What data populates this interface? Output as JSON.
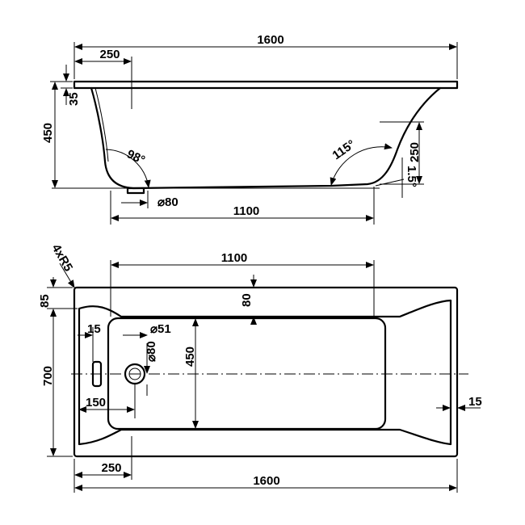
{
  "side_view": {
    "length_total": "1600",
    "offset_left": "250",
    "rim_thickness": "35",
    "height_total": "450",
    "angle_left": "98°",
    "angle_right": "115°",
    "drain_diameter": "⌀80",
    "bottom_length": "1100",
    "right_height": "250",
    "slope": "1.5°"
  },
  "top_view": {
    "corner_radius": "4xR5",
    "inner_length": "1100",
    "rim_width": "85",
    "side_offset": "80",
    "width_total": "700",
    "drain_left": "15",
    "overflow_diameter": "⌀51",
    "drain_diameter": "⌀80",
    "basin_width": "450",
    "drain_offset": "150",
    "right_offset": "15",
    "offset_left": "250",
    "length_total": "1600"
  }
}
